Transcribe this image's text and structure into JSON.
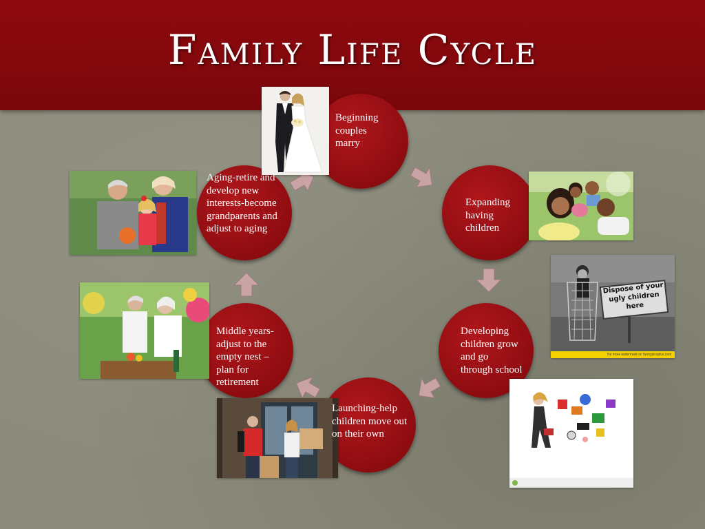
{
  "slide": {
    "title": "Family Life Cycle"
  },
  "stages": [
    {
      "label": "Beginning couples marry"
    },
    {
      "label": "Expanding having children"
    },
    {
      "label": "Developing children grow and go through school"
    },
    {
      "label": "Launching-help children move out on their own"
    },
    {
      "label": "Middle years-adjust to the empty nest – plan for retirement"
    },
    {
      "label": "Aging-retire and develop new interests-become grandparents and adjust to aging"
    }
  ],
  "photos": {
    "sign_text": "Dispose of your ugly children here",
    "sign_watermark": "No more watermark on funnypicsplus.com"
  },
  "colors": {
    "header": "#8f0a0e",
    "circle": "#9c1014",
    "background": "#8c8c7c",
    "arrow": "#c9a3a5"
  }
}
